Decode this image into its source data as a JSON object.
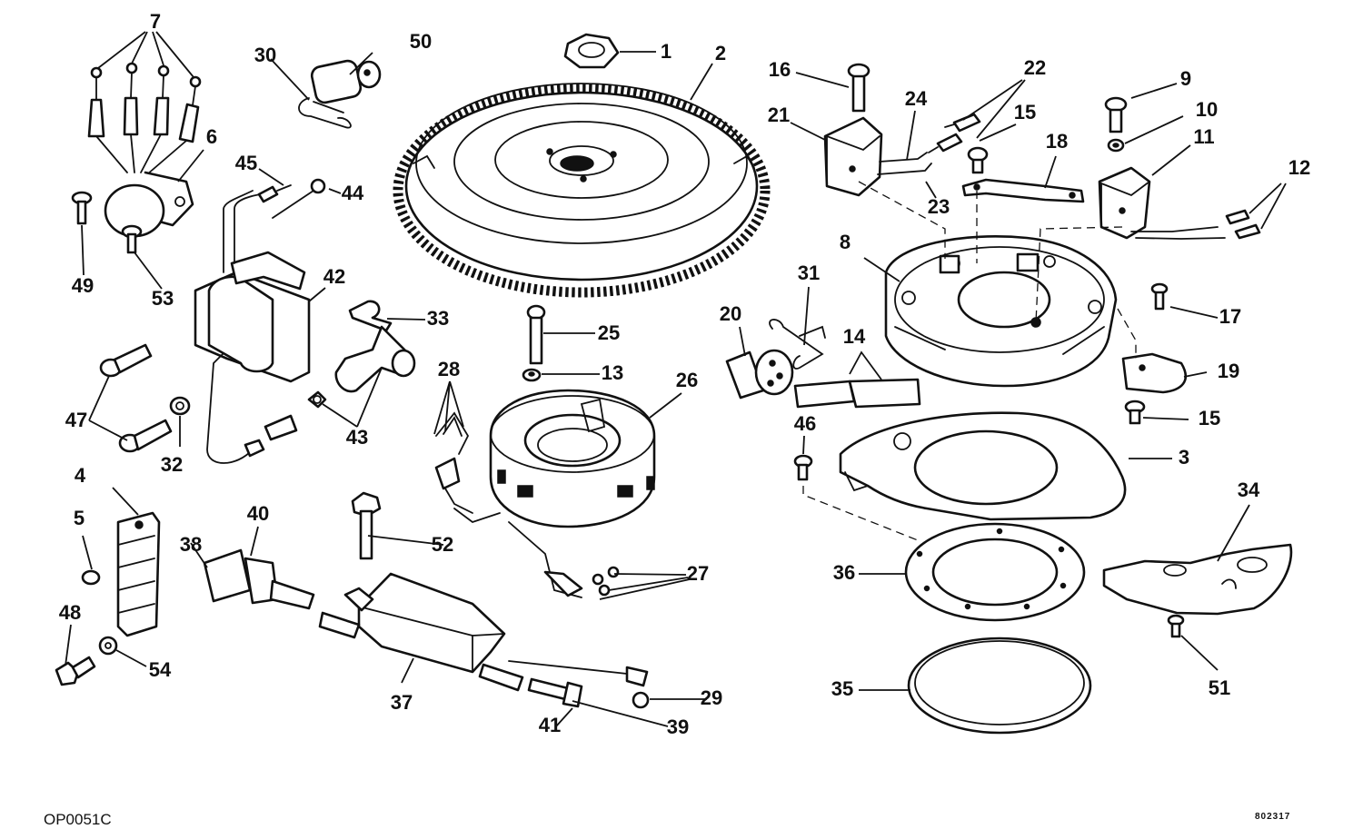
{
  "figure_code": "OP0051C",
  "reference_code": "802317",
  "callouts": [
    {
      "id": "c1",
      "text": "1"
    },
    {
      "id": "c2",
      "text": "2"
    },
    {
      "id": "c3",
      "text": "3"
    },
    {
      "id": "c4",
      "text": "4"
    },
    {
      "id": "c5",
      "text": "5"
    },
    {
      "id": "c6",
      "text": "6"
    },
    {
      "id": "c7",
      "text": "7"
    },
    {
      "id": "c8",
      "text": "8"
    },
    {
      "id": "c9",
      "text": "9"
    },
    {
      "id": "c10",
      "text": "10"
    },
    {
      "id": "c11",
      "text": "11"
    },
    {
      "id": "c12",
      "text": "12"
    },
    {
      "id": "c13",
      "text": "13"
    },
    {
      "id": "c14",
      "text": "14"
    },
    {
      "id": "c15a",
      "text": "15"
    },
    {
      "id": "c15b",
      "text": "15"
    },
    {
      "id": "c16",
      "text": "16"
    },
    {
      "id": "c17",
      "text": "17"
    },
    {
      "id": "c18",
      "text": "18"
    },
    {
      "id": "c19",
      "text": "19"
    },
    {
      "id": "c20",
      "text": "20"
    },
    {
      "id": "c21",
      "text": "21"
    },
    {
      "id": "c22",
      "text": "22"
    },
    {
      "id": "c23",
      "text": "23"
    },
    {
      "id": "c24",
      "text": "24"
    },
    {
      "id": "c25",
      "text": "25"
    },
    {
      "id": "c26",
      "text": "26"
    },
    {
      "id": "c27",
      "text": "27"
    },
    {
      "id": "c28",
      "text": "28"
    },
    {
      "id": "c29",
      "text": "29"
    },
    {
      "id": "c30",
      "text": "30"
    },
    {
      "id": "c31",
      "text": "31"
    },
    {
      "id": "c32",
      "text": "32"
    },
    {
      "id": "c33",
      "text": "33"
    },
    {
      "id": "c34",
      "text": "34"
    },
    {
      "id": "c35",
      "text": "35"
    },
    {
      "id": "c36",
      "text": "36"
    },
    {
      "id": "c37",
      "text": "37"
    },
    {
      "id": "c38",
      "text": "38"
    },
    {
      "id": "c39",
      "text": "39"
    },
    {
      "id": "c40",
      "text": "40"
    },
    {
      "id": "c41",
      "text": "41"
    },
    {
      "id": "c42",
      "text": "42"
    },
    {
      "id": "c43",
      "text": "43"
    },
    {
      "id": "c44",
      "text": "44"
    },
    {
      "id": "c45",
      "text": "45"
    },
    {
      "id": "c46",
      "text": "46"
    },
    {
      "id": "c47",
      "text": "47"
    },
    {
      "id": "c48",
      "text": "48"
    },
    {
      "id": "c49",
      "text": "49"
    },
    {
      "id": "c50",
      "text": "50"
    },
    {
      "id": "c51",
      "text": "51"
    },
    {
      "id": "c52",
      "text": "52"
    },
    {
      "id": "c53",
      "text": "53"
    },
    {
      "id": "c54",
      "text": "54"
    }
  ]
}
